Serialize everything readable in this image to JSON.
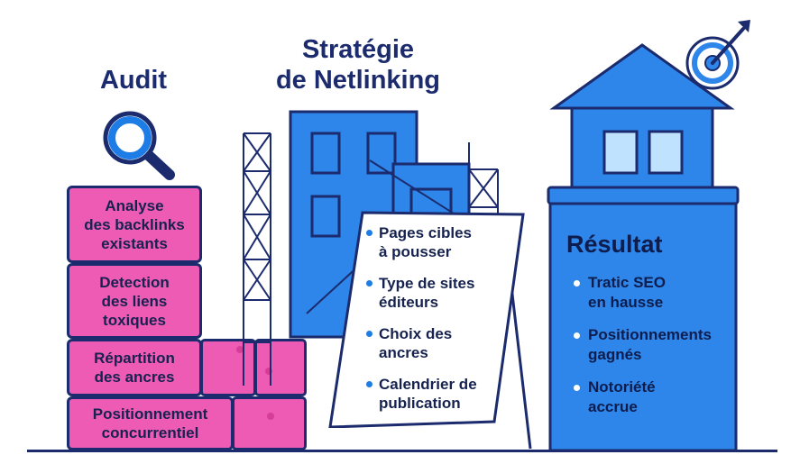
{
  "audit": {
    "title": "Audit",
    "blocks": [
      "Analyse\ndes backlinks\nexistants",
      "Detection\ndes liens\ntoxiques",
      "Répartition\ndes ancres",
      "Positionnement\nconcurrentiel"
    ]
  },
  "strategy": {
    "title_line1": "Stratégie",
    "title_line2": "de Netlinking",
    "items": [
      "Pages cibles\nà pousser",
      "Type de sites\néditeurs",
      "Choix des\nancres",
      "Calendrier de\npublication"
    ]
  },
  "result": {
    "title": "Résultat",
    "items": [
      "Tratic SEO\nen hausse",
      "Positionnements\ngagnés",
      "Notoriété\naccrue"
    ]
  },
  "colors": {
    "pink": "#ee5bb4",
    "navy": "#1b2b6d",
    "blue": "#2e86ea",
    "light_blue": "#bfe3ff"
  },
  "icons": [
    "magnifier-icon",
    "target-icon",
    "arrow-icon"
  ]
}
